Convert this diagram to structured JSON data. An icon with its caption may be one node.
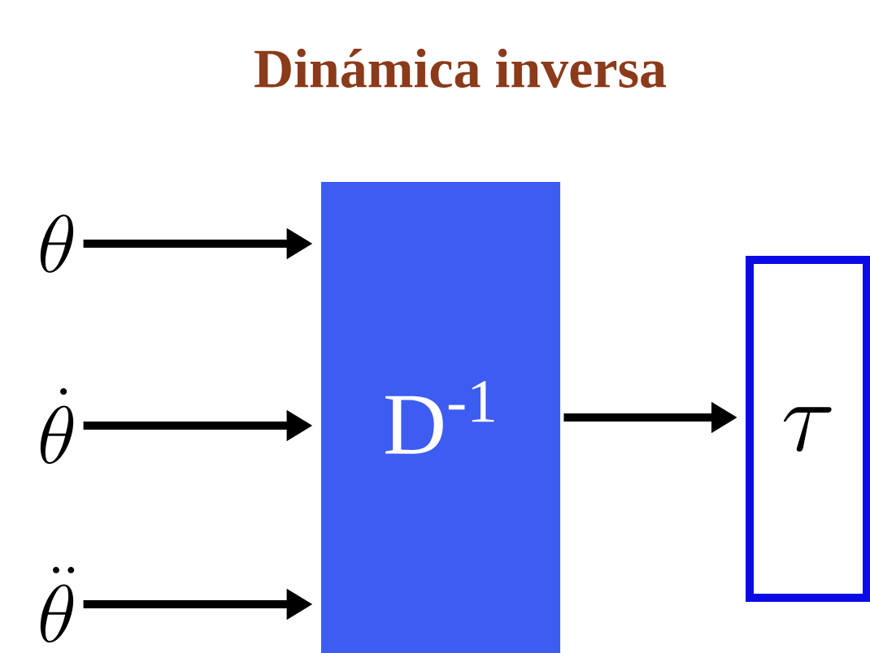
{
  "diagram": {
    "title": "Dinámica inversa",
    "nodes": [
      {
        "text": [
          "\\theta"
        ]
      },
      {
        "text": [
          "\\dot{\\theta}"
        ]
      },
      {
        "text": [
          "\\ddot{\\theta}"
        ]
      },
      {
        "text": [
          "D$^{-1}$"
        ]
      },
      {
        "text": [
          "\\tau"
        ]
      }
    ],
    "edges": [
      {
        "from": 0,
        "to": 3,
        "arrow": "to"
      },
      {
        "from": 1,
        "to": 3,
        "arrow": "to"
      },
      {
        "from": 2,
        "to": 3,
        "arrow": "to"
      },
      {
        "from": 3,
        "to": 4,
        "arrow": "to"
      }
    ]
  }
}
